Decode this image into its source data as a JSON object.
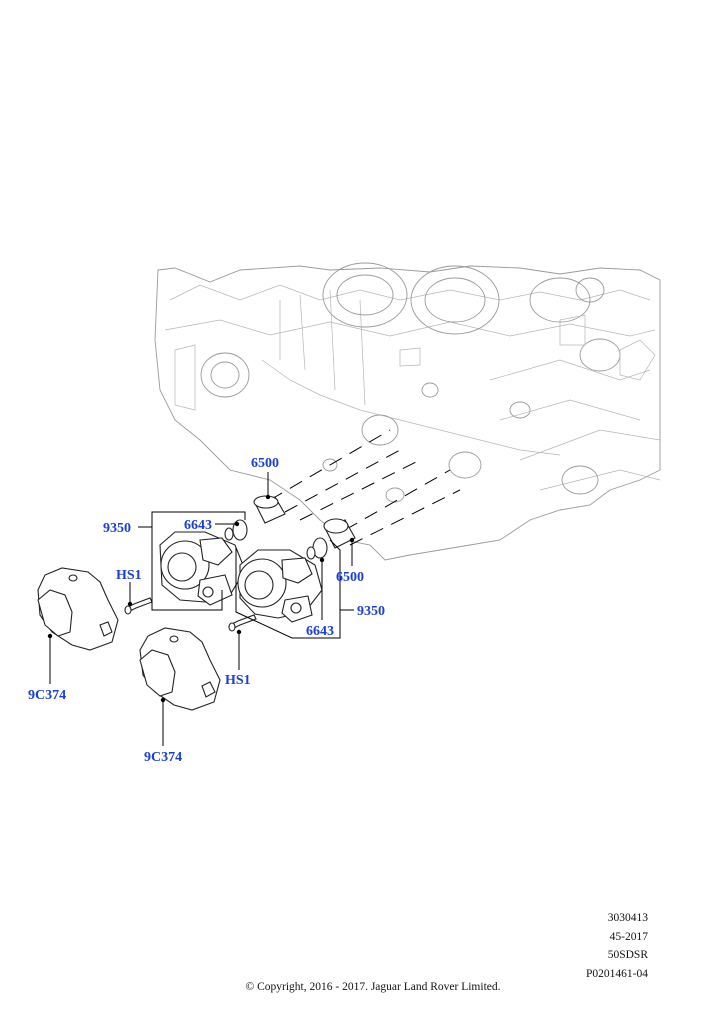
{
  "diagram": {
    "callouts": {
      "c6500_top": "6500",
      "c9350_left": "9350",
      "c6643_left": "6643",
      "cHS1_left": "HS1",
      "c9C374_left": "9C374",
      "c6500_right": "6500",
      "c9350_right": "9350",
      "c6643_right": "6643",
      "cHS1_right": "HS1",
      "c9C374_right": "9C374"
    },
    "callout_color": "#1a3fd6"
  },
  "meta": {
    "line1": "3030413",
    "line2": "45-2017",
    "line3": "50SDSR",
    "line4": "P0201461-04"
  },
  "copyright": "© Copyright, 2016 - 2017. Jaguar Land Rover Limited."
}
